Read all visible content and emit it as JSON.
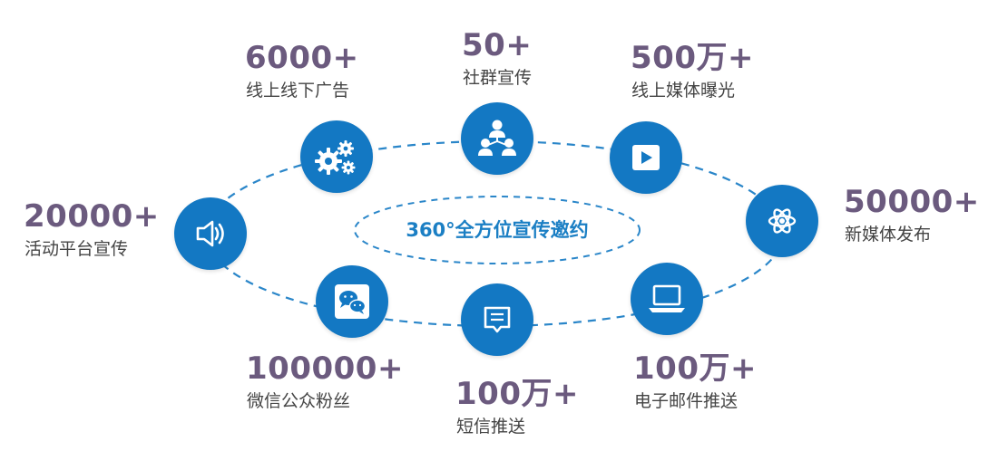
{
  "center_title": "360°全方位宣传邀约",
  "accent_color": "#1378c3",
  "number_color": "#6b5a7e",
  "items": [
    {
      "value": "6000+",
      "label": "线上线下广告",
      "icon": "gears-icon"
    },
    {
      "value": "50+",
      "label": "社群宣传",
      "icon": "group-icon"
    },
    {
      "value": "500万+",
      "label": "线上媒体曝光",
      "icon": "video-play-icon"
    },
    {
      "value": "50000+",
      "label": "新媒体发布",
      "icon": "atom-icon"
    },
    {
      "value": "100万+",
      "label": "电子邮件推送",
      "icon": "laptop-icon"
    },
    {
      "value": "100万+",
      "label": "短信推送",
      "icon": "message-icon"
    },
    {
      "value": "100000+",
      "label": "微信公众粉丝",
      "icon": "wechat-icon"
    },
    {
      "value": "20000+",
      "label": "活动平台宣传",
      "icon": "speaker-icon"
    }
  ]
}
